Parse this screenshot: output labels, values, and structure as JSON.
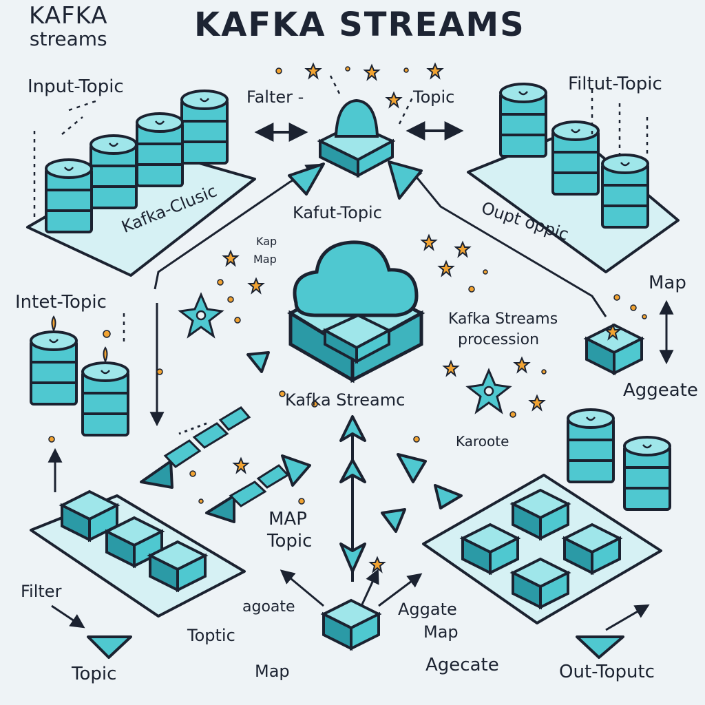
{
  "header": {
    "logo_line1": "KAFKA",
    "logo_line2": "streams",
    "title": "KAFKA STREAMS"
  },
  "labels": {
    "input_topic": "Input-Topic",
    "falter": "Falter -",
    "topic_top": "Topic",
    "filtut_topic": "Filtut-Topic",
    "kafka_clusic": "Kafka-Clusic",
    "kafut_topic": "Kafut-Topic",
    "oupt_oppic": "Oupt oppic",
    "inter_topic": "Intet-Topic",
    "map_small_1": "Kap",
    "map_small_2": "Map",
    "map_right": "Map",
    "kafka_streams_procession_1": "Kafka Streams",
    "kafka_streams_procession_2": "procession",
    "aggeate_right": "Aggeate",
    "kafka_streamc": "Kafka Streamc",
    "karoote": "Karoote",
    "map_topic_1": "MAP",
    "map_topic_2": "Topic",
    "filter": "Filter",
    "agoate": "agoate",
    "toptic": "Toptic",
    "aggate": "Aggate",
    "map_center": "Map",
    "topic_bottom": "Topic",
    "map_bottom": "Map",
    "agecate": "Agecate",
    "out_toputc": "Out-Toputc"
  },
  "colors": {
    "background": "#eef3f6",
    "cyan": "#4fc8d0",
    "cyan_light": "#9fe6ea",
    "cyan_dark": "#2b9aa6",
    "outline": "#1b2230",
    "star": "#f1a332",
    "platform": "#d6f1f4"
  }
}
